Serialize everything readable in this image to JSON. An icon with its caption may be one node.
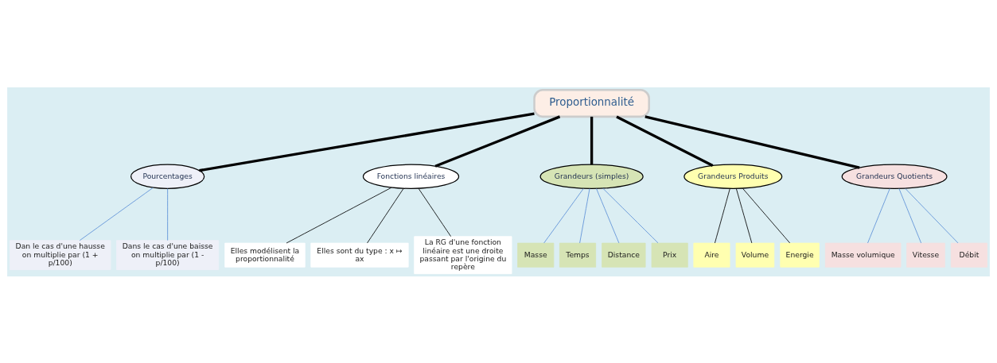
{
  "diagram": {
    "nodes": [
      {
        "text": [
          "Proportionnalité"
        ]
      },
      {
        "text": [
          "Pourcentages"
        ]
      },
      {
        "text": [
          "Dan le cas d'une hausse on multiplie par (1 + p/100)"
        ]
      },
      {
        "text": [
          "Dans le cas d'une baisse on multiplie par (1 -  p/100)"
        ]
      },
      {
        "text": [
          "Fonctions linéaires"
        ]
      },
      {
        "text": [
          "Elles modélisent la proportionnalité"
        ]
      },
      {
        "text": [
          "Elles sont du type : x ↦ ax"
        ]
      },
      {
        "text": [
          "La RG d'une fonction linéaire est une droite passant par l'origine du repère"
        ]
      },
      {
        "text": [
          "Grandeurs (simples)"
        ]
      },
      {
        "text": [
          "Masse"
        ]
      },
      {
        "text": [
          "Temps"
        ]
      },
      {
        "text": [
          "Distance"
        ]
      },
      {
        "text": [
          "Prix"
        ]
      },
      {
        "text": [
          "Grandeurs Produits"
        ]
      },
      {
        "text": [
          "Aire"
        ]
      },
      {
        "text": [
          "Volume"
        ]
      },
      {
        "text": [
          "Energie"
        ]
      },
      {
        "text": [
          "Grandeurs Quotients"
        ]
      },
      {
        "text": [
          "Masse volumique"
        ]
      },
      {
        "text": [
          "Vitesse"
        ]
      },
      {
        "text": [
          "Débit"
        ]
      }
    ],
    "edges": [
      {
        "from": 0,
        "to": 1,
        "arrow": "none",
        "style": "thick"
      },
      {
        "from": 1,
        "to": 2,
        "arrow": "none",
        "color": "#5b8fd6"
      },
      {
        "from": 1,
        "to": 3,
        "arrow": "none",
        "color": "#5b8fd6"
      },
      {
        "from": 0,
        "to": 4,
        "arrow": "none",
        "style": "thick"
      },
      {
        "from": 4,
        "to": 5,
        "arrow": "none"
      },
      {
        "from": 4,
        "to": 6,
        "arrow": "none"
      },
      {
        "from": 4,
        "to": 7,
        "arrow": "none"
      },
      {
        "from": 0,
        "to": 8,
        "arrow": "none",
        "style": "thick"
      },
      {
        "from": 8,
        "to": 9,
        "arrow": "none",
        "color": "#5b8fd6"
      },
      {
        "from": 8,
        "to": 10,
        "arrow": "none",
        "color": "#5b8fd6"
      },
      {
        "from": 8,
        "to": 11,
        "arrow": "none",
        "color": "#5b8fd6"
      },
      {
        "from": 8,
        "to": 12,
        "arrow": "none",
        "color": "#5b8fd6"
      },
      {
        "from": 0,
        "to": 13,
        "arrow": "none",
        "style": "thick"
      },
      {
        "from": 13,
        "to": 14,
        "arrow": "none"
      },
      {
        "from": 13,
        "to": 15,
        "arrow": "none"
      },
      {
        "from": 13,
        "to": 16,
        "arrow": "none"
      },
      {
        "from": 0,
        "to": 17,
        "arrow": "none",
        "style": "thick"
      },
      {
        "from": 17,
        "to": 18,
        "arrow": "none",
        "color": "#5b8fd6"
      },
      {
        "from": 17,
        "to": 19,
        "arrow": "none",
        "color": "#5b8fd6"
      },
      {
        "from": 17,
        "to": 20,
        "arrow": "none",
        "color": "#5b8fd6"
      }
    ]
  }
}
